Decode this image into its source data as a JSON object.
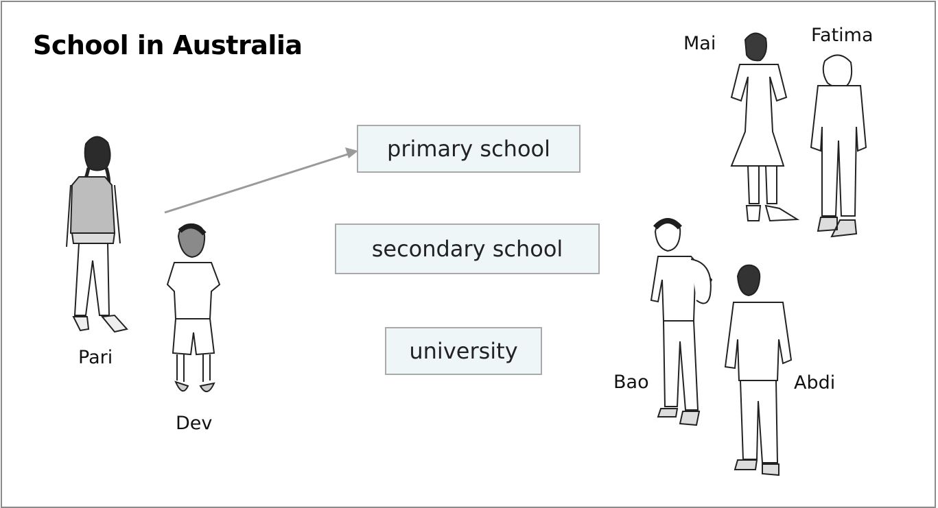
{
  "title": "School in Australia",
  "boxes": {
    "primary": "primary school",
    "secondary": "secondary school",
    "university": "university"
  },
  "people": {
    "pari": "Pari",
    "dev": "Dev",
    "mai": "Mai",
    "fatima": "Fatima",
    "bao": "Bao",
    "abdi": "Abdi"
  },
  "colors": {
    "box_fill": "#eef6f8",
    "box_border": "#a9a9a9",
    "arrow": "#9a9a9a"
  }
}
